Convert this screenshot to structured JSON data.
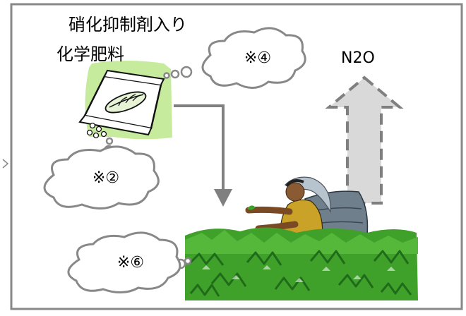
{
  "fertilizer": {
    "line1": "硝化抑制剤入り",
    "line2": "化学肥料"
  },
  "gas_label": "N2O",
  "clouds": [
    {
      "id": "cloud-note-4",
      "text": "※④"
    },
    {
      "id": "cloud-note-2",
      "text": "※②"
    },
    {
      "id": "cloud-note-6",
      "text": "※⑥"
    }
  ],
  "colors": {
    "frame": "#888888",
    "arrow_gray": "#808080",
    "n2o_arrow_fill": "#d9d9d9",
    "n2o_arrow_stroke": "#7f7f7f",
    "bag_highlight": "#c6eb9c",
    "tea_green": "#3fa02a",
    "tea_dark": "#1f6b1a"
  },
  "icons": [
    "fertilizer-bag-icon",
    "tea-field-picker-illustration",
    "n2o-up-arrow-icon"
  ]
}
